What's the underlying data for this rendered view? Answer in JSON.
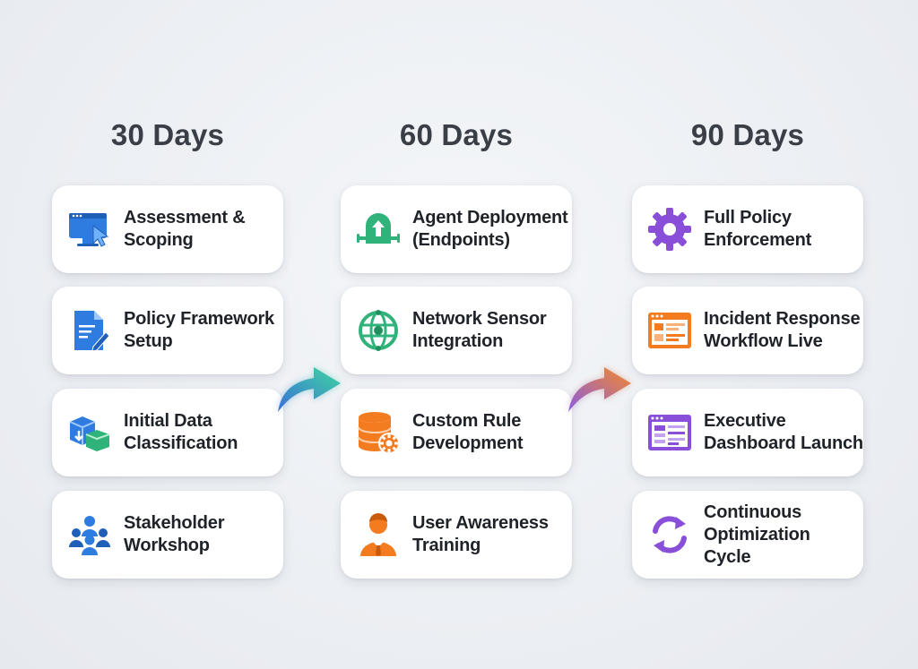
{
  "columns": [
    {
      "title": "30 Days",
      "items": [
        {
          "label": "Assessment &\nScoping",
          "icon": "monitor-cursor-icon"
        },
        {
          "label": "Policy Framework\nSetup",
          "icon": "document-edit-icon"
        },
        {
          "label": "Initial Data\nClassification",
          "icon": "boxes-sort-icon"
        },
        {
          "label": "Stakeholder\nWorkshop",
          "icon": "people-group-icon"
        }
      ]
    },
    {
      "title": "60 Days",
      "items": [
        {
          "label": "Agent Deployment\n(Endpoints)",
          "icon": "upload-dome-icon"
        },
        {
          "label": "Network Sensor\nIntegration",
          "icon": "network-globe-icon"
        },
        {
          "label": "Custom Rule\nDevelopment",
          "icon": "database-gear-icon"
        },
        {
          "label": "User Awareness\nTraining",
          "icon": "user-tie-icon"
        }
      ]
    },
    {
      "title": "90 Days",
      "items": [
        {
          "label": "Full Policy\nEnforcement",
          "icon": "gear-icon"
        },
        {
          "label": "Incident Response\nWorkflow Live",
          "icon": "workflow-window-icon"
        },
        {
          "label": "Executive\nDashboard Launch",
          "icon": "dashboard-window-icon"
        },
        {
          "label": "Continuous\nOptimization\nCycle",
          "icon": "refresh-cycle-icon"
        }
      ]
    }
  ],
  "colors": {
    "title": "#3a3f47",
    "blue": "#2f7ce0",
    "green": "#2fb37a",
    "orange": "#f47c20",
    "purple": "#8a4fd8",
    "arrow1_start": "#3a6fd8",
    "arrow1_end": "#3fd6a0",
    "arrow2_start": "#8b5be0",
    "arrow2_end": "#f58a2a"
  }
}
